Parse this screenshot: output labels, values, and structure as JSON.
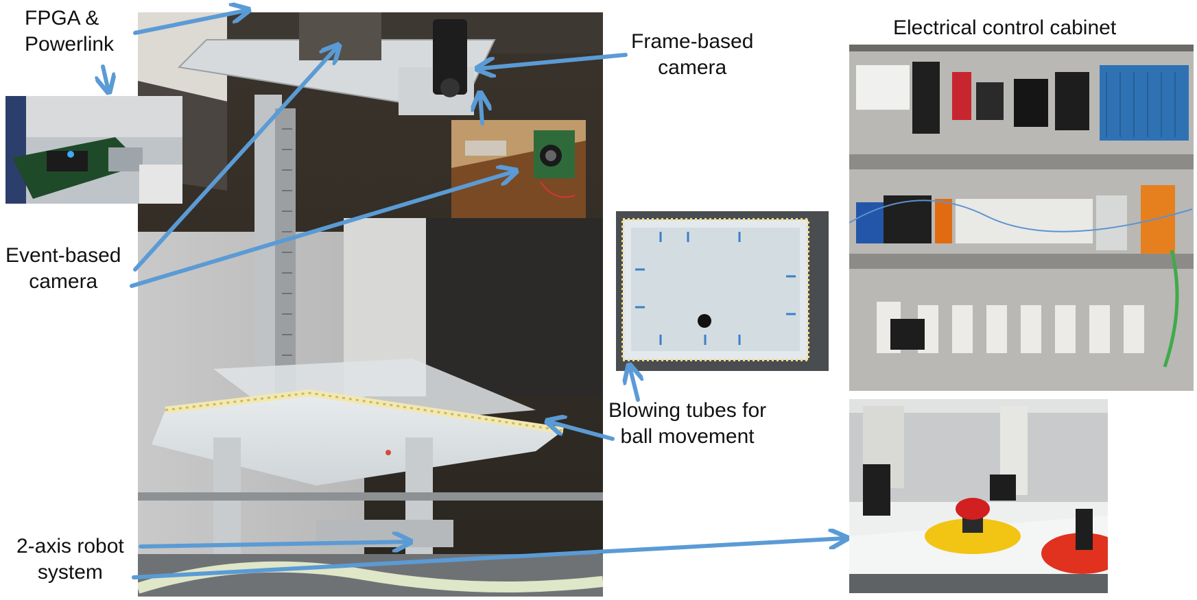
{
  "labels": {
    "fpga": [
      "FPGA &",
      "Powerlink"
    ],
    "frame_camera": [
      "Frame-based",
      "camera"
    ],
    "event_camera": [
      "Event-based",
      "camera"
    ],
    "blowing_tubes": [
      "Blowing tubes for",
      "ball movement"
    ],
    "robot": [
      "2-axis robot",
      "system"
    ],
    "cabinet": "Electrical control cabinet"
  },
  "colors": {
    "arrow": "#5b9bd5",
    "text": "#111111"
  },
  "icons": {
    "arrow": "arrow-icon"
  }
}
